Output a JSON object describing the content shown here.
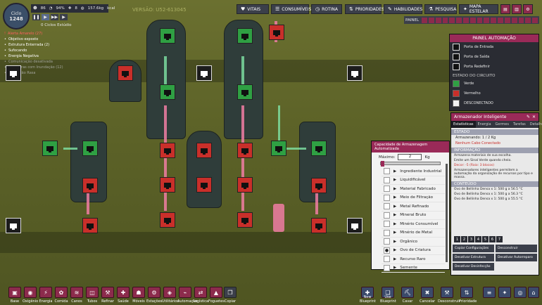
{
  "hud": {
    "cycle_label": "Ciclo",
    "cycle_num": "1248",
    "res1": "86",
    "res2": "94%",
    "res3": "8",
    "res4": "157.6kg",
    "res4_unit": "kcal",
    "version": "VERSÃO: U52-613045",
    "prompt": "0 Ciclos Estúdio"
  },
  "alerts": [
    {
      "text": "Alerta Amarelo (27)",
      "color": "#ff5050"
    },
    {
      "text": "Objetivo exposto",
      "color": "#fff"
    },
    {
      "text": "Estrutura Enterrada (2)",
      "color": "#fff"
    },
    {
      "text": "Sufocando",
      "color": "#fff"
    },
    {
      "text": "Energia Negativa",
      "color": "#fff"
    },
    {
      "text": "Comunicação desativada",
      "color": "#fff"
    },
    {
      "text": "Estruturas com Inundação (12)",
      "color": "#fff"
    },
    {
      "text": "Decepção Rasa",
      "color": "#fff"
    }
  ],
  "topmenu": [
    {
      "label": "VITAIS",
      "icon": "♥"
    },
    {
      "label": "CONSUMÍVEIS",
      "icon": "☰"
    },
    {
      "label": "ROTINA",
      "icon": "◷"
    },
    {
      "label": "PRIORIDADES",
      "icon": "⇅"
    },
    {
      "label": "HABILIDADES",
      "icon": "✎"
    },
    {
      "label": "PESQUISA",
      "icon": "⚗"
    },
    {
      "label": "MAPA ESTELAR",
      "icon": "✦"
    }
  ],
  "overlay_label": "PAINEL",
  "automation_panel": {
    "title": "PAINEL AUTOMAÇÃO",
    "items": [
      "Porta de Entrada",
      "Porta de Saída",
      "Porta Redefinir"
    ],
    "state_title": "ESTADO DO CIRCUITO",
    "states": [
      {
        "label": "Verde",
        "color": "#2fa043"
      },
      {
        "label": "Vermelho",
        "color": "#c92f2a"
      },
      {
        "label": "DESCONECTADO",
        "color": "#f2f2f2"
      }
    ]
  },
  "storage": {
    "title": "Armazenador Inteligente",
    "tabs": [
      "Estatísticas",
      "Energia",
      "Germes",
      "Tarefas",
      "Detalhes"
    ],
    "status_header": "ESTADO",
    "status_line1": "Armazenando: 1 / 2 Kg",
    "status_line2": "Nenhum Cabo Conectado",
    "info_header": "INFORMAÇÃO",
    "info1": "Armazena materiais de sua escolha.",
    "info2": "Emite um Sinal Verde quando cheio.",
    "info3": "Decor: -5 (Raio: 3 blocos)",
    "info4": "Armazenadores inteligentes permitem a automação da organização de recursos por tipo e massa.",
    "content_header": "CONTEÚDO",
    "contents": [
      "Ovo de Bellinha Densa x 1: 500 g a 56.5 °C",
      "Ovo de Bellinha Densa x 1: 500 g a 56.3 °C",
      "Ovo de Bellinha Densa x 1: 500 g a 55.5 °C"
    ],
    "pages": [
      "1",
      "2",
      "3",
      "4",
      "5",
      "6",
      "7"
    ],
    "buttons": [
      "Copiar Configurações",
      "Desconstruir",
      "Desativar Estrutura",
      "Desativar Autorreparo",
      "Desativar Desinfecção"
    ]
  },
  "capacity": {
    "title": "Capacidade de Armazenagem Automatizada",
    "max_label": "Máximo:",
    "max_value": "2",
    "unit": "Kg",
    "items": [
      {
        "label": "Ingrediente Industrial",
        "checked": false
      },
      {
        "label": "Liquidificável",
        "checked": false
      },
      {
        "label": "Material Fabricado",
        "checked": false
      },
      {
        "label": "Meio de Filtração",
        "checked": false
      },
      {
        "label": "Metal Refinado",
        "checked": false
      },
      {
        "label": "Mineral Bruto",
        "checked": false
      },
      {
        "label": "Minério Consumível",
        "checked": false
      },
      {
        "label": "Minério de Metal",
        "checked": false
      },
      {
        "label": "Orgânico",
        "checked": false
      },
      {
        "label": "Ovo de Criatura",
        "checked": true
      },
      {
        "label": "Recurso Raro",
        "checked": false
      },
      {
        "label": "Semente",
        "checked": false
      }
    ]
  },
  "bottom_bar": [
    {
      "label": "Base",
      "icon": "▣"
    },
    {
      "label": "Oxigênio",
      "icon": "◉"
    },
    {
      "label": "Energia",
      "icon": "⚡"
    },
    {
      "label": "Comida",
      "icon": "✿"
    },
    {
      "label": "Canos",
      "icon": "≋"
    },
    {
      "label": "Tubos",
      "icon": "◫"
    },
    {
      "label": "Refinar",
      "icon": "⚒"
    },
    {
      "label": "Saúde",
      "icon": "✚"
    },
    {
      "label": "Móveis",
      "icon": "☗"
    },
    {
      "label": "Estações",
      "icon": "⚙"
    },
    {
      "label": "Utilitários",
      "icon": "◈"
    },
    {
      "label": "Automação",
      "icon": "⌁"
    },
    {
      "label": "Logística",
      "icon": "⇄"
    },
    {
      "label": "Foguetes",
      "icon": "▲"
    }
  ],
  "copy_label": "Copiar",
  "tools": [
    {
      "label": "New Blueprint",
      "icon": "✚"
    },
    {
      "label": "Use Blueprint",
      "icon": "❏"
    },
    {
      "label": "Cavar",
      "icon": "⛏"
    },
    {
      "label": "Cancelar",
      "icon": "✖"
    },
    {
      "label": "Desconstruir",
      "icon": "⚒"
    },
    {
      "label": "Prioridade",
      "icon": "⇅"
    }
  ],
  "colors": {
    "green": "#2fa043",
    "red": "#c92f2a",
    "pink": "#f07ca3",
    "accent": "#9a2a58"
  }
}
